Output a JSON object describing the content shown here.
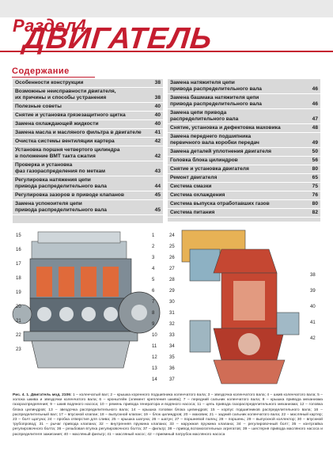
{
  "header": {
    "section_label": "Раздел4",
    "title": "ДВИГАТЕЛЬ"
  },
  "contents": {
    "title": "Содержание",
    "left": [
      {
        "t": "Особенности конструкции",
        "p": "38"
      },
      {
        "t": "Возможные неисправности двигателя,\nих причины и способы устранения",
        "p": "38"
      },
      {
        "t": "Полезные советы",
        "p": "40"
      },
      {
        "t": "Снятие и установка грязезащитного щитка",
        "p": "40"
      },
      {
        "t": "Замена охлаждающей жидкости",
        "p": "40"
      },
      {
        "t": "Замена масла и масляного фильтра в двигателе",
        "p": "41"
      },
      {
        "t": "Очистка системы вентиляции картера",
        "p": "42"
      },
      {
        "t": "Установка поршня четвертого цилиндра\nв положение ВМТ такта сжатия",
        "p": "42"
      },
      {
        "t": "Проверка и установка\nфаз газораспределения по меткам",
        "p": "43"
      },
      {
        "t": "Регулировка натяжения цепи\nпривода распределительного вала",
        "p": "44"
      },
      {
        "t": "Регулировка зазоров в приводе клапанов",
        "p": "45"
      },
      {
        "t": "Замена успокоителя цепи\nпривода распределительного вала",
        "p": "45"
      }
    ],
    "right": [
      {
        "t": "Замена натяжителя цепи\nпривода распределительного вала",
        "p": "46"
      },
      {
        "t": "Замена башмака натяжителя цепи\nпривода распределительного вала",
        "p": "46"
      },
      {
        "t": "Замена цепи привода\nраспределительного вала",
        "p": "47"
      },
      {
        "t": "Снятие, установка и дефектовка маховика",
        "p": "48"
      },
      {
        "t": "Замена переднего подшипника\nпервичного вала коробки передач",
        "p": "49"
      },
      {
        "t": "Замена деталей уплотнения двигателя",
        "p": "50"
      },
      {
        "t": "Головка блока цилиндров",
        "p": "56"
      },
      {
        "t": "Снятие и установка двигателя",
        "p": "80"
      },
      {
        "t": "Ремонт двигателя",
        "p": "65"
      },
      {
        "t": "Система смазки",
        "p": "75"
      },
      {
        "t": "Система охлаждения",
        "p": "76"
      },
      {
        "t": "Система выпуска отработавших газов",
        "p": "80"
      },
      {
        "t": "Система питания",
        "p": "82"
      }
    ]
  },
  "figure": {
    "callouts_left": [
      "15",
      "16",
      "17",
      "18",
      "19",
      "20",
      "21",
      "22",
      "23",
      "1",
      "2",
      "3",
      "4",
      "5",
      "6",
      "7",
      "8",
      "9",
      "10",
      "11",
      "12",
      "13",
      "14"
    ],
    "callouts_right": [
      "24",
      "25",
      "26",
      "27",
      "28",
      "29",
      "30",
      "31",
      "32",
      "33",
      "34",
      "35",
      "36",
      "37",
      "38",
      "39",
      "40",
      "41",
      "42"
    ]
  },
  "caption": {
    "label": "Рис. 4. 1. Двигатель мод. 2106:",
    "text": "1 – коленчатый вал; 2 – крышка коренного подшипника коленчатого вала; 3 – звездочка коленчатого вала; 4 – шкив коленчатого вала; 5 – холока шкива и звездочки коленчатого вала; 6 – кронштейн (элемент крепления шкива); 7 – передний сальник коленчатого вала; 8 – крышка привода механизма газораспределения; 9 – шкив водяного насоса; 10 – ремень привода генератора и водяного насоса; 11 – цепь привода газораспределительного механизма; 12 – головка блока цилиндров; 13 – звездочка распределительного вала; 14 – крышка головки блока цилиндров; 15 – корпус подшипников распределительного вала; 16 – распределительный вал; 17 – впускной клапан; 18 – выпускной клапан; 19 – блок цилиндров; 20 – маховик; 21 – задний сальник коленчатого вала; 22 – масляный картер; 23 – болт щатуна; 24 – пробка отверстия для слива; 25 – крышка шатуна; 26 – шатун; 27 – поршневой палец; 28 – поршень; 29 – выпускной коллектор; 30 – впускной трубопровод; 31 – рычаг привода клапана; 32 – внутренняя пружина клапана; 33 – наружная пружина клапана; 34 – регулировочный болт; 35 – контргайка регулировочного болта; 36 – резьбовая втулка регулировочного болта; 37 – фильтр; 38 – привод вспомогательных агрегатов; 39 – шестерня привода масляного насоса и распределителя зажигания; 40 – масляный фильтр; 41 – масляный насос; 42 – приемный патрубок масляного насоса"
  }
}
